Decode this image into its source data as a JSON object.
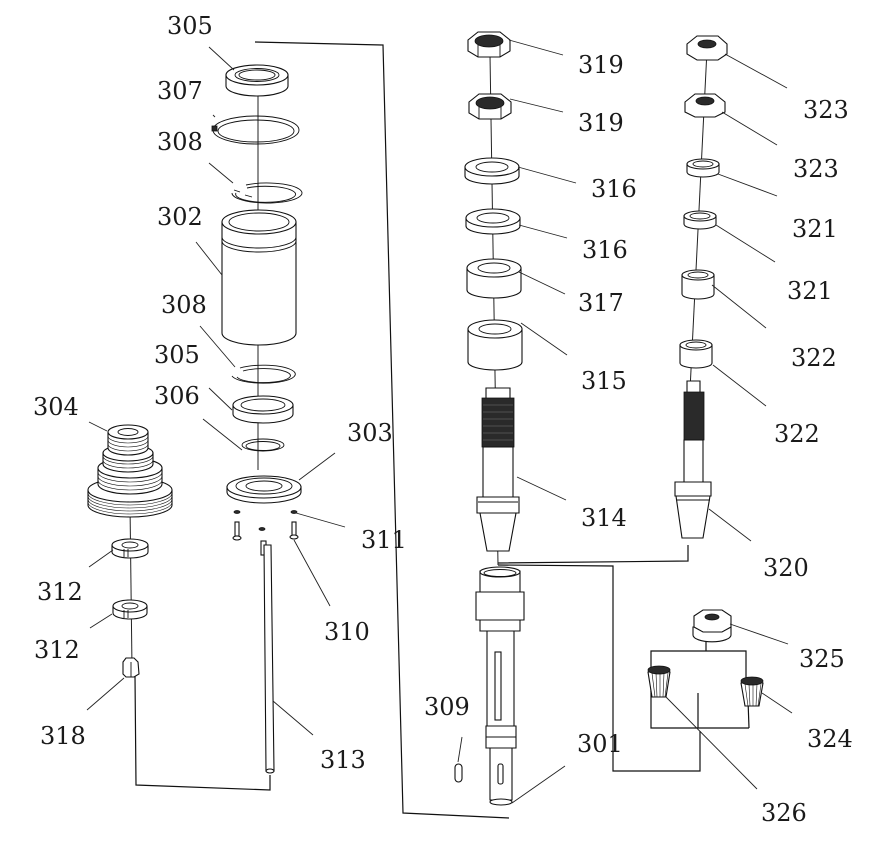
{
  "figure": {
    "type": "exploded-assembly",
    "reference_numerals": {
      "r301": "301",
      "r302": "302",
      "r303": "303",
      "r304": "304",
      "r305a": "305",
      "r305b": "305",
      "r306": "306",
      "r307": "307",
      "r308a": "308",
      "r308b": "308",
      "r309": "309",
      "r310": "310",
      "r311": "311",
      "r312a": "312",
      "r312b": "312",
      "r313": "313",
      "r314": "314",
      "r315": "315",
      "r316a": "316",
      "r316b": "316",
      "r317": "317",
      "r318": "318",
      "r319a": "319",
      "r319b": "319",
      "r320": "320",
      "r321a": "321",
      "r321b": "321",
      "r322a": "322",
      "r322b": "322",
      "r323a": "323",
      "r323b": "323",
      "r324": "324",
      "r325": "325",
      "r326": "326"
    }
  }
}
